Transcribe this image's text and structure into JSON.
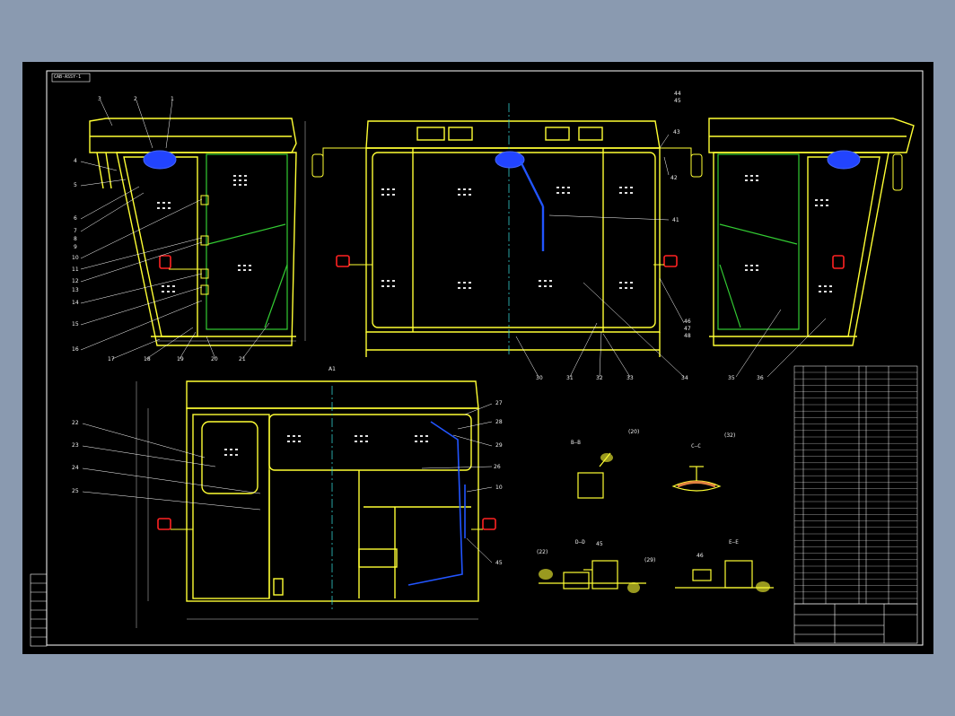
{
  "drawing": {
    "title_stamp": "CAB-ASSY-1",
    "view_label_plan": "A1",
    "section_labels": [
      "B—B",
      "C—C",
      "D—D",
      "E—E"
    ],
    "callouts_circled": [
      "(20)",
      "(32)",
      "(22)",
      "(29)"
    ],
    "part_numbers_left": [
      "4",
      "5",
      "6",
      "7",
      "8",
      "9",
      "10",
      "11",
      "12",
      "13",
      "14",
      "15",
      "16",
      "17",
      "18",
      "19",
      "20",
      "21"
    ],
    "part_numbers_top": [
      "3",
      "2",
      "1"
    ],
    "part_numbers_front_right": [
      "41",
      "42",
      "43",
      "44",
      "45",
      "46",
      "47",
      "48"
    ],
    "part_numbers_bottom": [
      "30",
      "31",
      "32",
      "33",
      "34",
      "35",
      "36"
    ],
    "part_numbers_plan_left": [
      "22",
      "23",
      "24",
      "25"
    ],
    "part_numbers_plan_right": [
      "27",
      "28",
      "29",
      "26",
      "10",
      "45"
    ],
    "part_numbers_section": [
      "45",
      "46"
    ]
  },
  "colors": {
    "background": "#000000",
    "outer_frame": "#8a9ab0",
    "outline": "#ffff33",
    "glass_panel": "#33cc33",
    "hydraulic_line": "#3355ff",
    "mirror": "#ff2222",
    "leader_line": "#ffffff",
    "center_line": "#33cccc"
  }
}
